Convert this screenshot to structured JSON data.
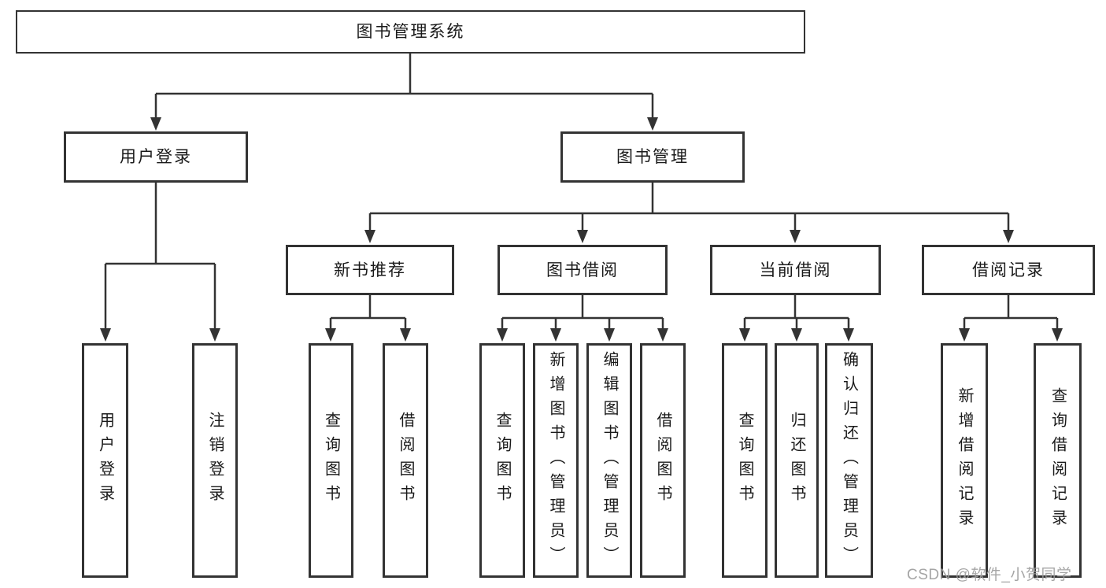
{
  "diagram": {
    "root": {
      "label": "图书管理系统"
    },
    "level2": [
      {
        "label": "用户登录"
      },
      {
        "label": "图书管理"
      }
    ],
    "level3": [
      {
        "label": "新书推荐",
        "parent": "图书管理"
      },
      {
        "label": "图书借阅",
        "parent": "图书管理"
      },
      {
        "label": "当前借阅",
        "parent": "图书管理"
      },
      {
        "label": "借阅记录",
        "parent": "图书管理"
      }
    ],
    "leaves": [
      {
        "label": "用户登录",
        "parent": "用户登录"
      },
      {
        "label": "注销登录",
        "parent": "用户登录"
      },
      {
        "label": "查询图书",
        "parent": "新书推荐"
      },
      {
        "label": "借阅图书",
        "parent": "新书推荐"
      },
      {
        "label": "查询图书",
        "parent": "图书借阅"
      },
      {
        "label": "新增图书（管理员）",
        "parent": "图书借阅"
      },
      {
        "label": "编辑图书（管理员）",
        "parent": "图书借阅"
      },
      {
        "label": "借阅图书",
        "parent": "图书借阅"
      },
      {
        "label": "查询图书",
        "parent": "当前借阅"
      },
      {
        "label": "归还图书",
        "parent": "当前借阅"
      },
      {
        "label": "确认归还（管理员）",
        "parent": "当前借阅"
      },
      {
        "label": "新增借阅记录",
        "parent": "借阅记录"
      },
      {
        "label": "查询借阅记录",
        "parent": "借阅记录"
      }
    ],
    "colors": {
      "line": "#333333",
      "border": "#333333",
      "text": "#1a1a1a",
      "background": "#ffffff"
    }
  },
  "watermark": {
    "text": "CSDN @软件_小贺同学",
    "color": "#9e9e9e"
  }
}
